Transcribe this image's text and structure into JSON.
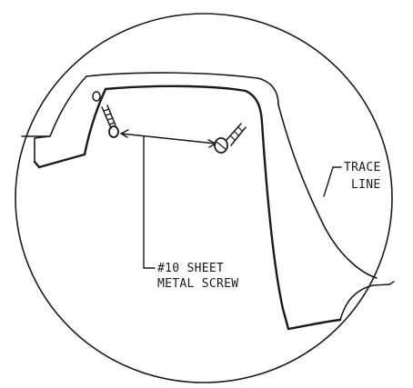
{
  "labels": {
    "screw_line1": "#10 SHEET",
    "screw_line2": "METAL SCREW",
    "trace_line1": "TRACE",
    "trace_line2": "LINE"
  },
  "colors": {
    "ink": "#1a1a1a",
    "paper": "#ffffff"
  }
}
